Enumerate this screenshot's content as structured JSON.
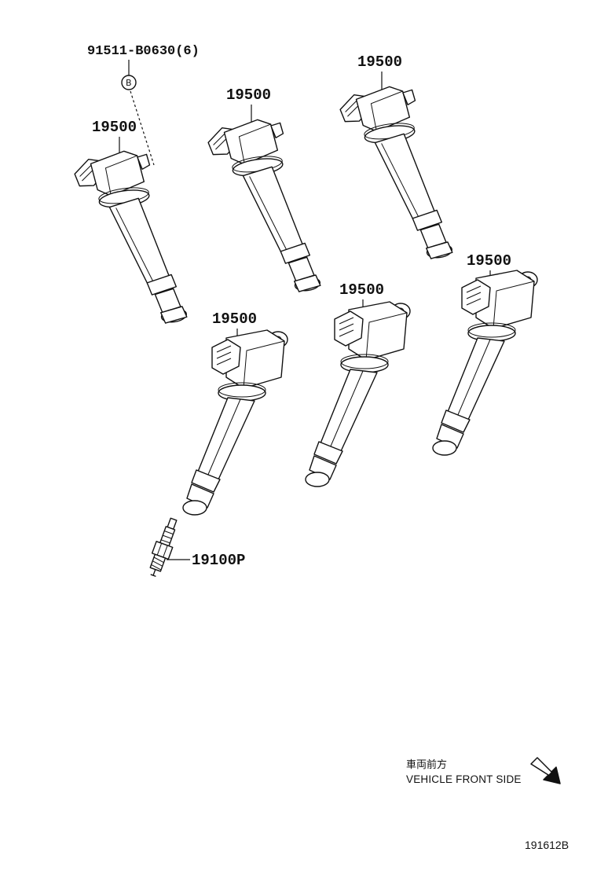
{
  "labels": {
    "bolt": "91511-B0630(6)",
    "bolt_ref": "B",
    "coil_1": "19500",
    "coil_2": "19500",
    "coil_3": "19500",
    "coil_4": "19500",
    "coil_5": "19500",
    "coil_6": "19500",
    "spark_plug": "19100P"
  },
  "orientation": {
    "japanese": "車両前方",
    "english": "VEHICLE FRONT SIDE"
  },
  "figure_code": "191612B"
}
